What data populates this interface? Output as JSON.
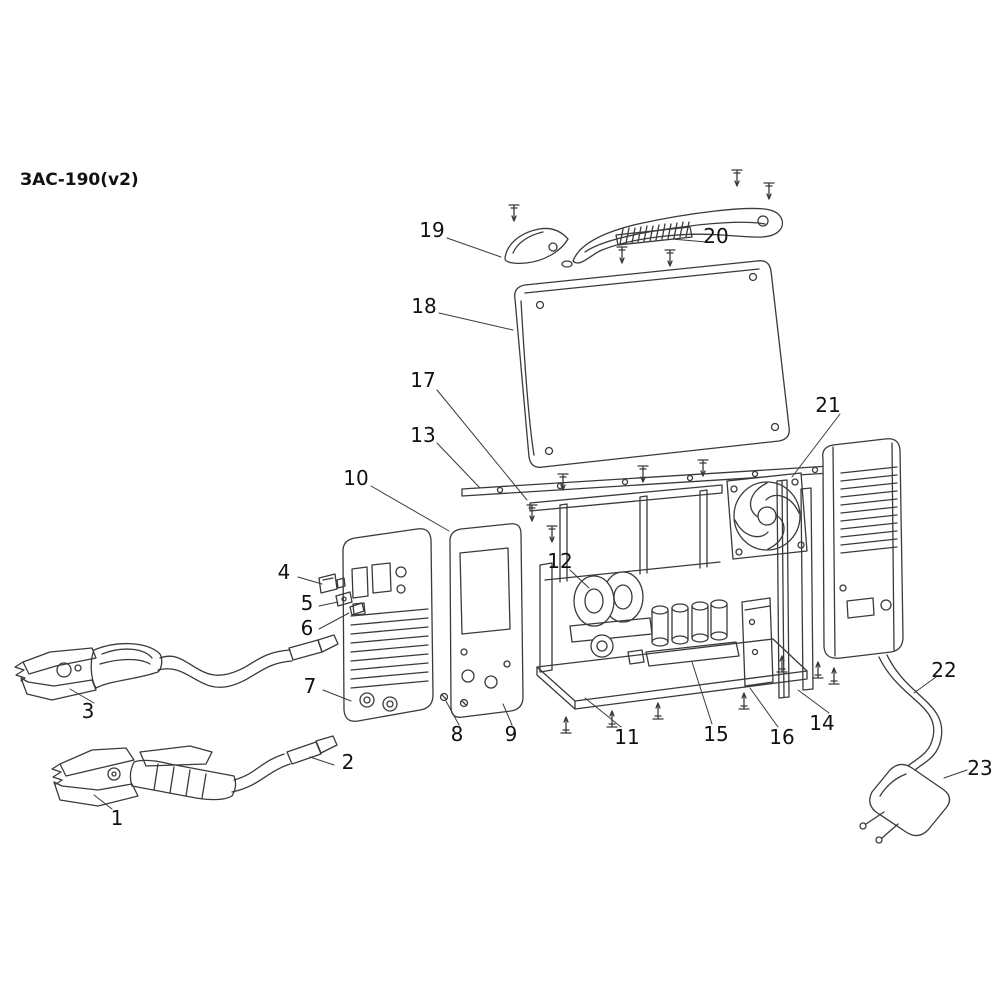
{
  "title": "ЗАС-190(v2)",
  "figure": {
    "type": "exploded-view parts diagram",
    "ink_color": "#3a3a3a",
    "background_color": "#ffffff"
  },
  "parts": [
    "1",
    "2",
    "3",
    "4",
    "5",
    "6",
    "7",
    "8",
    "9",
    "10",
    "11",
    "12",
    "13",
    "14",
    "15",
    "16",
    "17",
    "18",
    "19",
    "20",
    "21",
    "22",
    "23"
  ]
}
